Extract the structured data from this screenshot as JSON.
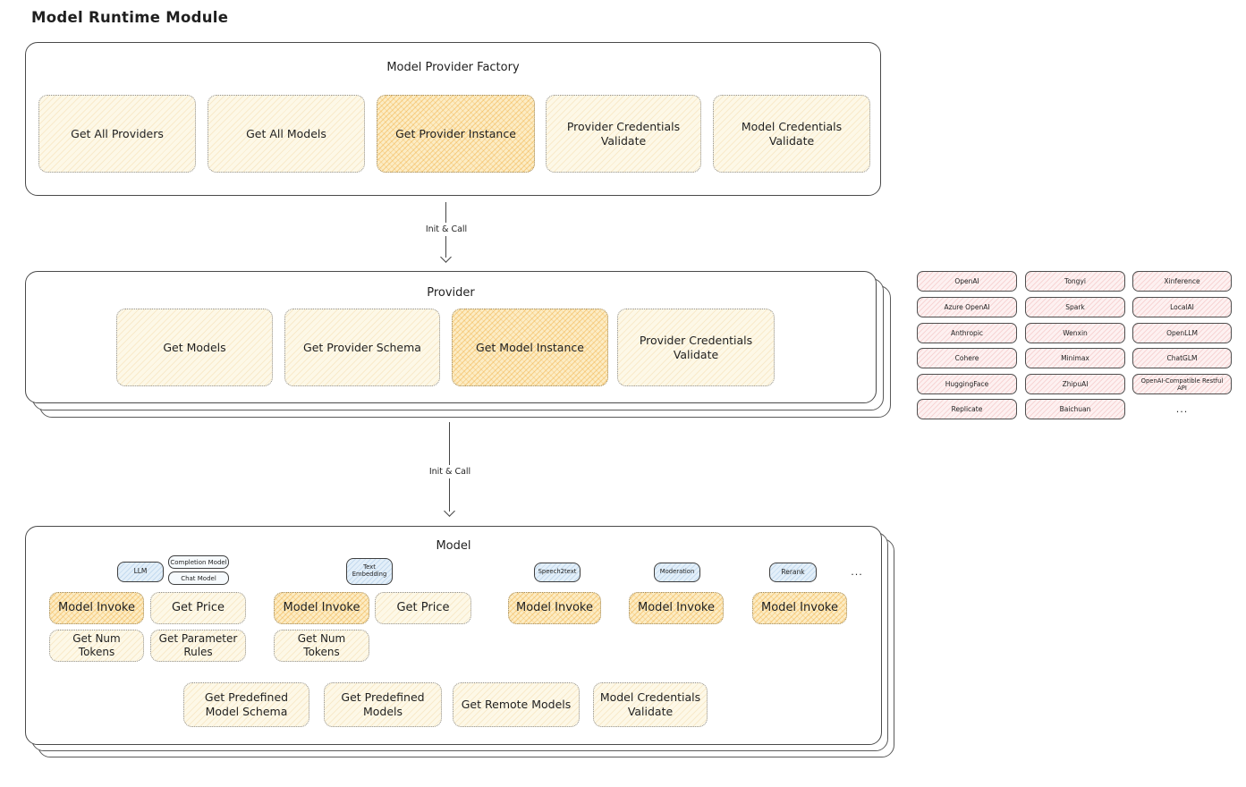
{
  "page": {
    "title": "Model Runtime Module"
  },
  "colors": {
    "yellow_box": "#fdf8e7",
    "orange_highlight_box": "#fcecc4",
    "pink_chip": "#fdf1f1",
    "blue_tab": "#e3eff9",
    "border_dark": "#4a4a4a",
    "border_dotted": "#8f8f8f"
  },
  "factory": {
    "title": "Model Provider Factory",
    "boxes": {
      "get_all_providers": "Get All Providers",
      "get_all_models": "Get All Models",
      "get_provider_instance": "Get Provider Instance",
      "provider_credentials_validate": "Provider Credentials Validate",
      "model_credentials_validate": "Model Credentials Validate"
    }
  },
  "arrows": {
    "init_call_1": "Init & Call",
    "init_call_2": "Init & Call"
  },
  "provider": {
    "title": "Provider",
    "boxes": {
      "get_models": "Get Models",
      "get_provider_schema": "Get Provider Schema",
      "get_model_instance": "Get Model Instance",
      "provider_credentials_validate": "Provider Credentials Validate"
    }
  },
  "providers_grid": {
    "items": [
      "OpenAI",
      "Tongyi",
      "Xinference",
      "Azure OpenAI",
      "Spark",
      "LocalAI",
      "Anthropic",
      "Wenxin",
      "OpenLLM",
      "Cohere",
      "Minimax",
      "ChatGLM",
      "HuggingFace",
      "ZhipuAI",
      "OpenAI-Compatible Restful API",
      "Replicate",
      "Baichuan"
    ],
    "ellipsis": "..."
  },
  "model": {
    "title": "Model",
    "tabs": {
      "llm": "LLM",
      "completion_model": "Completion Model",
      "chat_model": "Chat Model",
      "text_embedding": "Text Embedding",
      "speech2text": "Speech2text",
      "moderation": "Moderation",
      "rerank": "Rerank",
      "ellipsis": "..."
    },
    "llm": {
      "model_invoke": "Model Invoke",
      "get_price": "Get Price",
      "get_num_tokens": "Get Num Tokens",
      "get_parameter_rules": "Get Parameter Rules"
    },
    "text_embedding": {
      "model_invoke": "Model Invoke",
      "get_price": "Get Price",
      "get_num_tokens": "Get Num Tokens"
    },
    "speech2text": {
      "model_invoke": "Model Invoke"
    },
    "moderation": {
      "model_invoke": "Model Invoke"
    },
    "rerank": {
      "model_invoke": "Model Invoke"
    },
    "common": {
      "get_predefined_model_schema": "Get Predefined Model Schema",
      "get_predefined_models": "Get Predefined Models",
      "get_remote_models": "Get Remote Models",
      "model_credentials_validate": "Model Credentials Validate"
    }
  }
}
